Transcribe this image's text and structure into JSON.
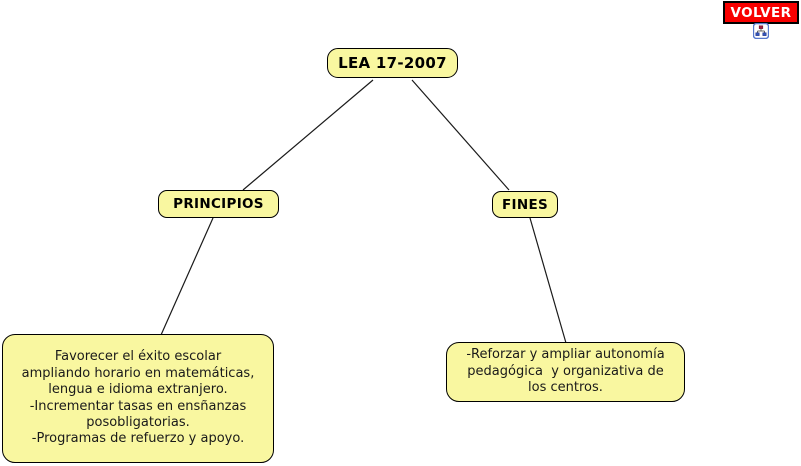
{
  "header": {
    "volver_label": "VOLVER"
  },
  "icons": {
    "map_icon": "concept-map-icon"
  },
  "colors": {
    "node_fill": "#F9F7A0",
    "node_border": "#000000",
    "volver_bg": "#F80000",
    "volver_text": "#FFFFFF",
    "connector": "#1a1a1a",
    "icon_border": "#5577CC"
  },
  "nodes": {
    "root": {
      "label": "LEA 17-2007"
    },
    "principios": {
      "label": "PRINCIPIOS"
    },
    "fines": {
      "label": "FINES"
    },
    "principios_detail": {
      "text": "Favorecer el éxito escolar\nampliando horario en matemáticas,\nlengua e idioma extranjero.\n-Incrementar tasas en ensñanzas\nposobligatorias.\n-Programas de refuerzo y apoyo."
    },
    "fines_detail": {
      "text": "-Reforzar y ampliar autonomía\npedagógica  y organizativa de\nlos centros."
    }
  }
}
